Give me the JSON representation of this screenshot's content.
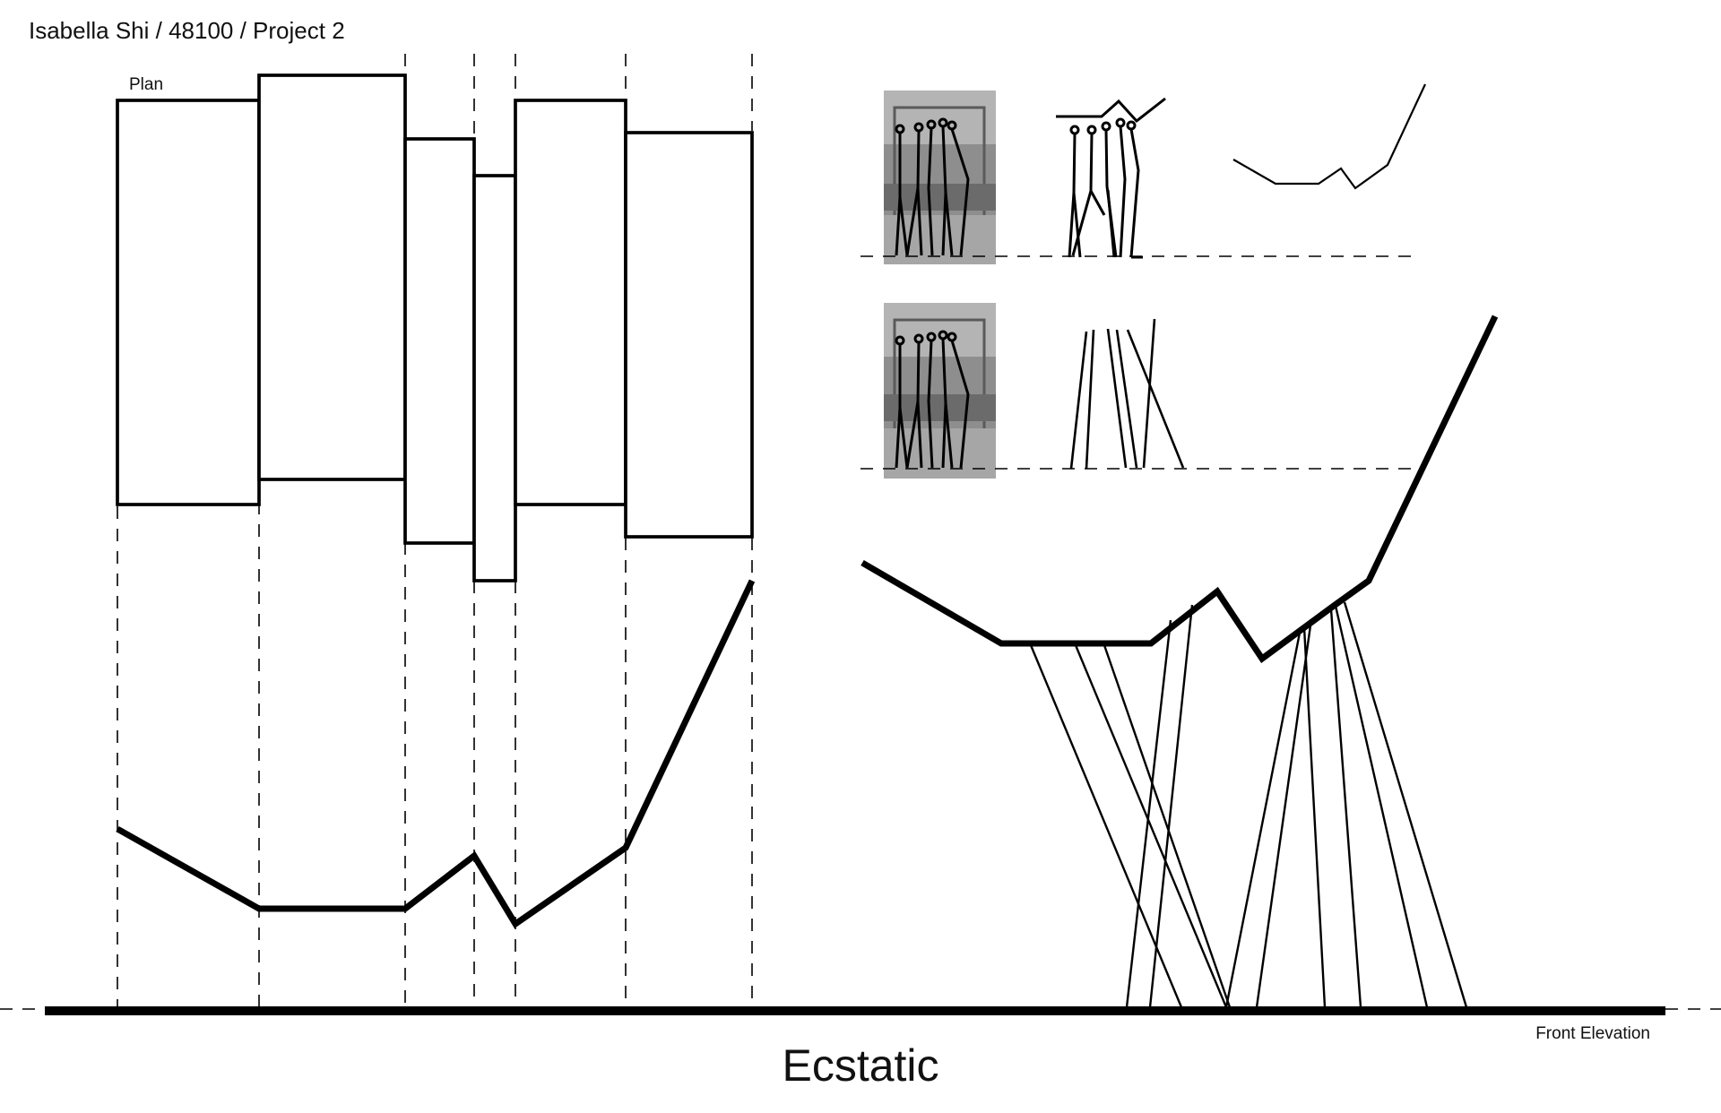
{
  "header": {
    "credit": "Isabella Shi / 48100 / Project 2"
  },
  "labels": {
    "plan": "Plan",
    "front_elevation": "Front Elevation",
    "title": "Ecstatic"
  },
  "colors": {
    "ink": "#000000",
    "paper": "#ffffff",
    "photo": "#8e8e8e"
  }
}
